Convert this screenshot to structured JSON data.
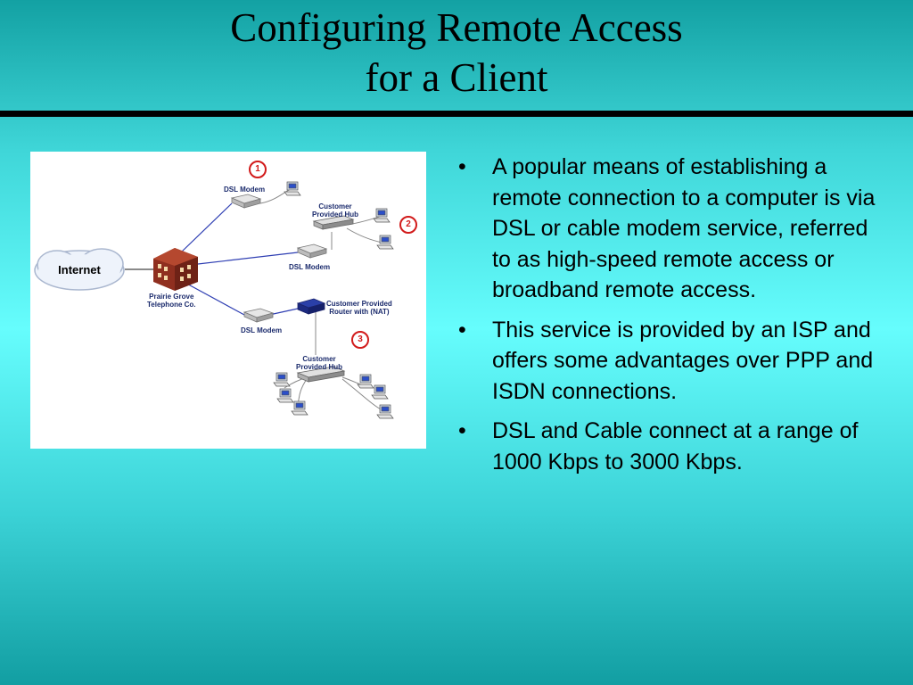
{
  "slide": {
    "title_line1": "Configuring Remote Access",
    "title_line2": "for a Client"
  },
  "diagram": {
    "internet": "Internet",
    "isp": "Prairie Grove Telephone Co.",
    "isp_line1": "Prairie Grove",
    "isp_line2": "Telephone Co.",
    "dsl_modem_1": "DSL Modem",
    "dsl_modem_2": "DSL Modem",
    "dsl_modem_3": "DSL Modem",
    "hub_2_line1": "Customer",
    "hub_2_line2": "Provided Hub",
    "hub_3_line1": "Customer",
    "hub_3_line2": "Provided Hub",
    "router_line1": "Customer Provided",
    "router_line2": "Router with (NAT)",
    "badge_1": "1",
    "badge_2": "2",
    "badge_3": "3",
    "colors": {
      "link_line": "#2f3fb3",
      "badge": "#d21b1b",
      "label": "#1a2a6c",
      "building": "#8f2f1f"
    }
  },
  "bullets": [
    {
      "marker": "•",
      "text": "A popular means of establishing a remote connection to a computer is via DSL or cable modem service, referred to as high-speed remote access or broadband remote access."
    },
    {
      "marker": "•",
      "text": "This service is provided by an ISP and offers some advantages over PPP and ISDN connections."
    },
    {
      "marker": "•",
      "text": "DSL and Cable connect at a range of 1000 Kbps to 3000 Kbps."
    }
  ]
}
